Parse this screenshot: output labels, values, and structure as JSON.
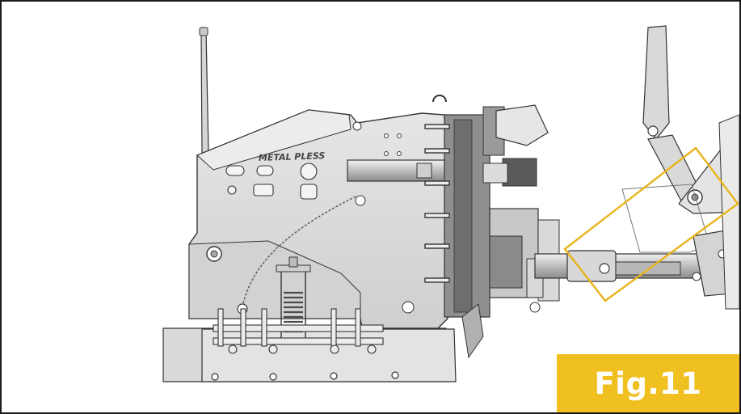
{
  "figure": {
    "label": "Fig.11",
    "brand_plate": "METAL PLESS"
  },
  "colors": {
    "badge_background": "#f0c020",
    "highlight_outline": "#e8b41c",
    "border": "#1a1a1a",
    "machine_fill": "#dedede",
    "machine_dark": "#7a7a7a",
    "line": "#333333"
  },
  "icons": {
    "badge": "figure-number-badge",
    "highlight": "highlight-frame"
  }
}
